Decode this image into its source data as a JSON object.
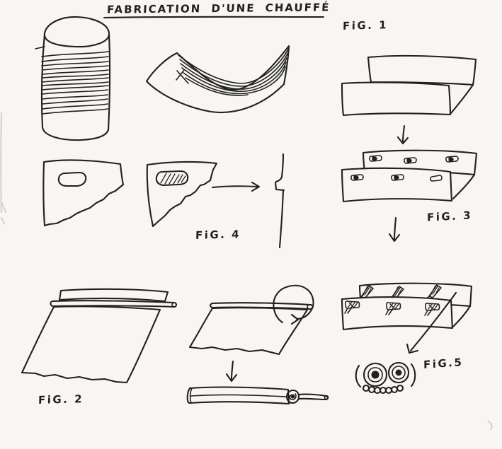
{
  "page": {
    "background_color": "#f7f6f2",
    "ink_color": "#21201d"
  },
  "title": {
    "text": "FABRICATION D'UNE CHAUFFÉ",
    "underlined": true
  },
  "figures": [
    {
      "id": "fig-1",
      "label": "FiG. 1"
    },
    {
      "id": "fig-2",
      "label": "FiG. 2"
    },
    {
      "id": "fig-3",
      "label": "FiG. 3"
    },
    {
      "id": "fig-4",
      "label": "FiG. 4"
    },
    {
      "id": "fig-5",
      "label": "FiG.5"
    }
  ]
}
